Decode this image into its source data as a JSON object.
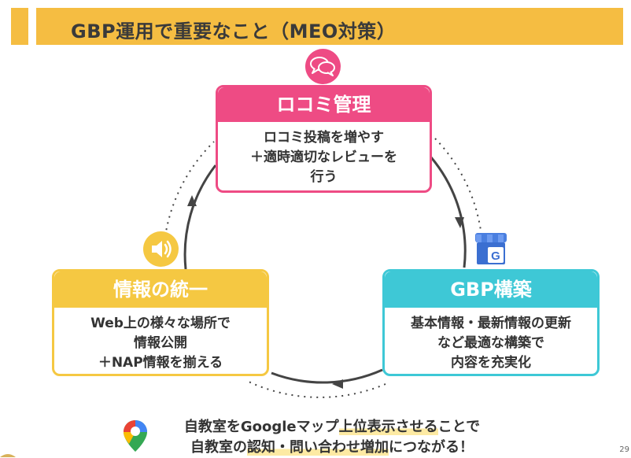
{
  "title": "GBP運用で重要なこと（MEO対策）",
  "reviews": {
    "heading": "ロコミ管理",
    "line1": "ロコミ投稿を増やす",
    "line2": "＋適時適切なレビューを",
    "line3": "行う"
  },
  "unify": {
    "heading": "情報の統一",
    "line1": "Web上の様々な場所で",
    "line2": "情報公開",
    "line3": "＋NAP情報を揃える"
  },
  "gbp": {
    "heading": "GBP構築",
    "line1": "基本情報・最新情報の更新",
    "line2": "など最適な構築で",
    "line3": "内容を充実化"
  },
  "bottom": {
    "line1_a": "自教室をGoogleマップ",
    "line1_b": "上位表示させる",
    "line1_c": "ことで",
    "line2_a": "自教室の",
    "line2_b": "認知・問い合わせ増加",
    "line2_c": "につながる！"
  },
  "store_letter": "G",
  "page_number": "29",
  "colors": {
    "title_bar": "#f5bd42",
    "reviews": "#ee4b84",
    "unify": "#f5c842",
    "gbp": "#3ec8d6",
    "highlight": "#fdeaa3"
  },
  "icons": [
    "speech-bubble-icon",
    "speaker-icon",
    "google-store-icon",
    "map-pin-icon"
  ]
}
